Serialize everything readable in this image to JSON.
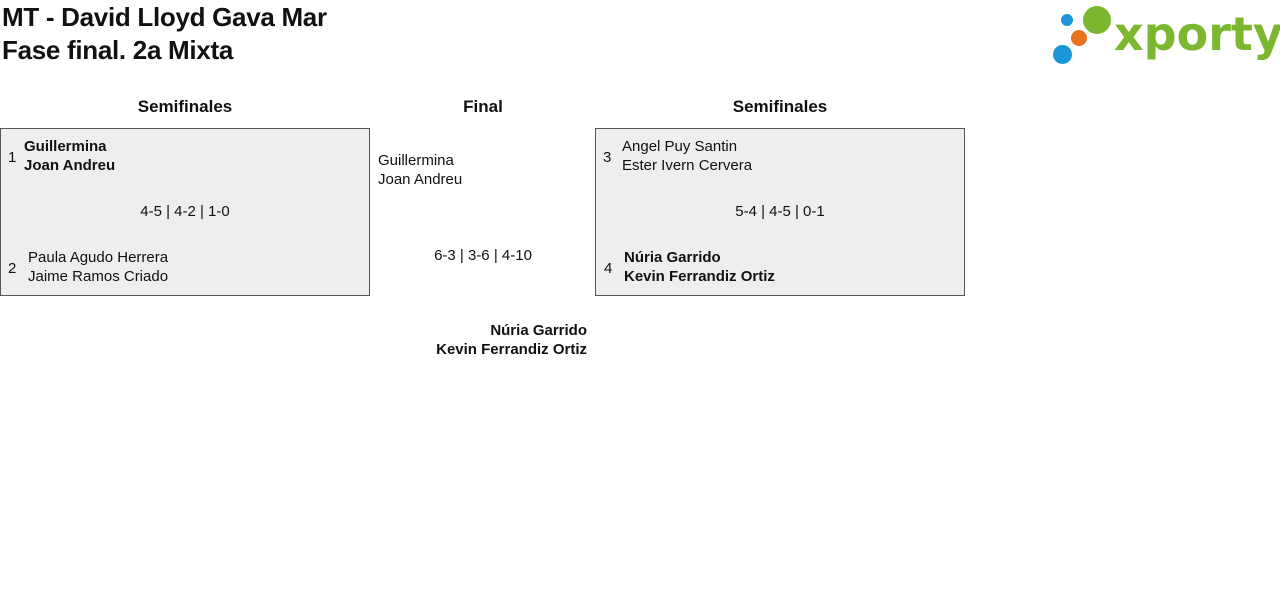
{
  "header": {
    "title_line1": "MT - David Lloyd Gava Mar",
    "title_line2": "Fase final. 2a Mixta"
  },
  "logo": {
    "text": "xporty",
    "colors": {
      "blue": "#1a96d8",
      "green": "#7cb82f",
      "orange": "#e8731a"
    }
  },
  "columns": {
    "left": "Semifinales",
    "middle": "Final",
    "right": "Semifinales"
  },
  "semifinal_left": {
    "team_a": {
      "seed": "1",
      "player1": "Guillermina",
      "player2": "Joan Andreu",
      "winner": true
    },
    "score": "4-5 | 4-2 | 1-0",
    "team_b": {
      "seed": "2",
      "player1": "Paula Agudo Herrera",
      "player2": "Jaime Ramos Criado",
      "winner": false
    }
  },
  "semifinal_right": {
    "team_a": {
      "seed": "3",
      "player1": "Angel Puy Santin",
      "player2": "Ester Ivern Cervera",
      "winner": false
    },
    "score": "5-4 | 4-5 | 0-1",
    "team_b": {
      "seed": "4",
      "player1": "Núria Garrido",
      "player2": "Kevin Ferrandiz Ortiz",
      "winner": true
    }
  },
  "final": {
    "team_a": {
      "player1": "Guillermina",
      "player2": "Joan Andreu"
    },
    "score": "6-3 | 3-6 | 4-10",
    "champion": {
      "player1": "Núria Garrido",
      "player2": "Kevin Ferrandiz Ortiz"
    }
  }
}
